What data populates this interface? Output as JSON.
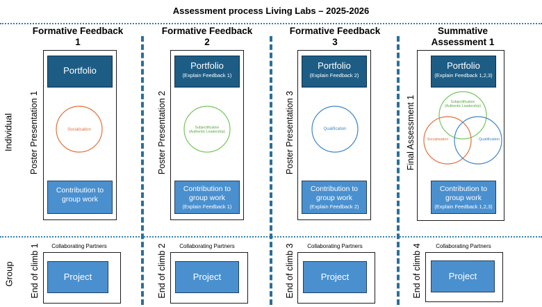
{
  "title": "Assessment process Living Labs – 2025-2026",
  "row_labels": {
    "individual": "Individual",
    "group": "Group"
  },
  "columns": [
    {
      "heading": "Formative Feedback 1",
      "presentation": "Poster Presentation 1",
      "portfolio": {
        "label": "Portfolio",
        "note": ""
      },
      "contribution": {
        "label": "Contribution to group work",
        "note": ""
      },
      "circles": [
        {
          "label": "Socialisation",
          "color": "#e2703a"
        }
      ],
      "climb": "End of climb 1",
      "partners": "Collaborating Partners",
      "project": "Project"
    },
    {
      "heading": "Formative Feedback 2",
      "presentation": "Poster Presentation 2",
      "portfolio": {
        "label": "Portfolio",
        "note": "(Explain Feedback 1)"
      },
      "contribution": {
        "label": "Contribution to group work",
        "note": "(Explain Feedback 1)"
      },
      "circles": [
        {
          "label": "Subjectification (Authentic Leadership)",
          "color": "#74c65a"
        }
      ],
      "climb": "End of climb 2",
      "partners": "Collaborating Partners",
      "project": "Project"
    },
    {
      "heading": "Formative Feedback 3",
      "presentation": "Poster Presentation 3",
      "portfolio": {
        "label": "Portfolio",
        "note": "(Explain Feedback 2)"
      },
      "contribution": {
        "label": "Contribution to group work",
        "note": "(Explain Feedback 2)"
      },
      "circles": [
        {
          "label": "Qualification",
          "color": "#3b86c8"
        }
      ],
      "climb": "End of climb 3",
      "partners": "Collaborating Partners",
      "project": "Project"
    },
    {
      "heading": "Summative Assessment 1",
      "presentation": "Final Assessment 1",
      "portfolio": {
        "label": "Portfolio",
        "note": "(Explain Feedback 1,2,3)"
      },
      "contribution": {
        "label": "Contribution to group work",
        "note": "(Explain Feedback 1,2,3)"
      },
      "circles": [
        {
          "label": "Subjectification (Authentic Leadership)",
          "color": "#74c65a"
        },
        {
          "label": "Socialisation",
          "color": "#e2703a"
        },
        {
          "label": "Qualification",
          "color": "#3b86c8"
        }
      ],
      "climb": "End of climb 4",
      "partners": "Collaborating Partners",
      "project": "Project"
    }
  ]
}
